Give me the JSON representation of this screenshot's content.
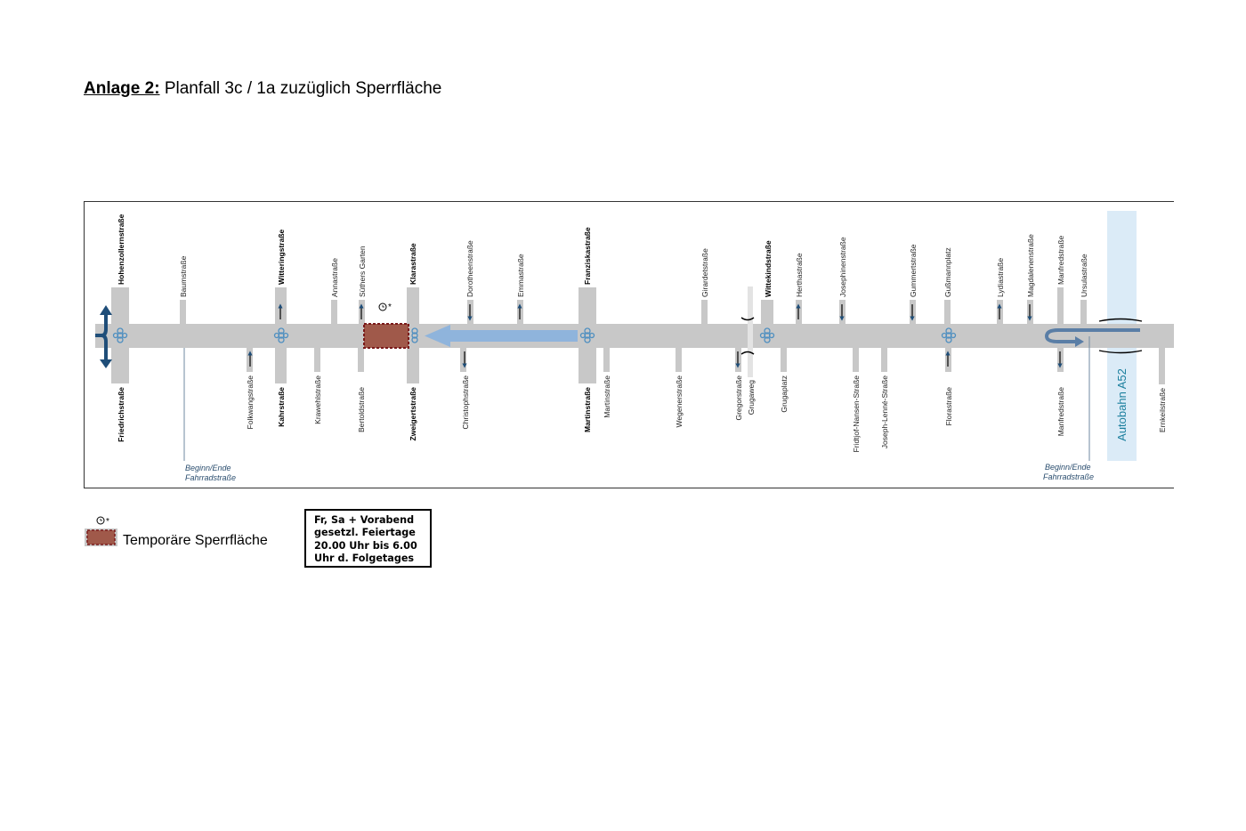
{
  "title": {
    "label": "Anlage 2:",
    "text": "Planfall 3c / 1a zuzüglich Sperrfläche"
  },
  "map": {
    "streets_top": [
      {
        "name": "Hohenzollernstraße",
        "major": true
      },
      {
        "name": "Baumstraße",
        "major": false
      },
      {
        "name": "Witteringstraße",
        "major": true
      },
      {
        "name": "Annastraße",
        "major": false
      },
      {
        "name": "Süthers Garten",
        "major": false
      },
      {
        "name": "Klarastraße",
        "major": true
      },
      {
        "name": "Dorotheenstraße",
        "major": false
      },
      {
        "name": "Emmastraße",
        "major": false
      },
      {
        "name": "Franziskastraße",
        "major": true
      },
      {
        "name": "Girardetstraße",
        "major": false
      },
      {
        "name": "Wittekindstraße",
        "major": true
      },
      {
        "name": "Herthastraße",
        "major": false
      },
      {
        "name": "Josephinenstraße",
        "major": false
      },
      {
        "name": "Gummertstraße",
        "major": false
      },
      {
        "name": "Gußmannplatz",
        "major": false
      },
      {
        "name": "Lydiastraße",
        "major": false
      },
      {
        "name": "Magdalenenstraße",
        "major": false
      },
      {
        "name": "Manfredstraße",
        "major": false
      },
      {
        "name": "Ursulastraße",
        "major": false
      }
    ],
    "streets_bottom": [
      {
        "name": "Friedrichstraße",
        "major": true
      },
      {
        "name": "Folkwangstraße",
        "major": false
      },
      {
        "name": "Kahrstraße",
        "major": true
      },
      {
        "name": "Krawehlstraße",
        "major": false
      },
      {
        "name": "Bertoldstraße",
        "major": false
      },
      {
        "name": "Zweigertstraße",
        "major": true
      },
      {
        "name": "Christophstraße",
        "major": false
      },
      {
        "name": "Martinstraße",
        "major": true
      },
      {
        "name": "Martinstraße",
        "major": false
      },
      {
        "name": "Wegenerstraße",
        "major": false
      },
      {
        "name": "Gregorstraße",
        "major": false
      },
      {
        "name": "Grugaweg",
        "major": false
      },
      {
        "name": "Grugaplatz",
        "major": false
      },
      {
        "name": "Fridtjof-Nansen-Straße",
        "major": false
      },
      {
        "name": "Joseph-Lenné-Straße",
        "major": false
      },
      {
        "name": "Florastraße",
        "major": false
      },
      {
        "name": "Manfredstraße",
        "major": false
      },
      {
        "name": "Ernkeilstraße",
        "major": false
      }
    ],
    "note_start_end": [
      "Beginn/Ende",
      "Fahrradstraße"
    ],
    "autobahn_label": "Autobahn A52",
    "sperr_marker": "*"
  },
  "legend": {
    "marker": "*",
    "label": "Temporäre Sperrfläche",
    "time_box": [
      "Fr, Sa + Vorabend",
      "gesetzl. Feiertage",
      "20.00 Uhr bis 6.00",
      "Uhr d. Folgetages"
    ]
  },
  "colors": {
    "road": "#c8c8c8",
    "arrow_blue": "#8fb4dc",
    "dark_blue": "#1f4e79",
    "sperr_fill": "#a0594a",
    "sperr_border": "#7a1a1a",
    "autobahn_fill": "#dbebf7",
    "autobahn_text": "#1b7f9e",
    "signal": "#4f8fc0"
  }
}
